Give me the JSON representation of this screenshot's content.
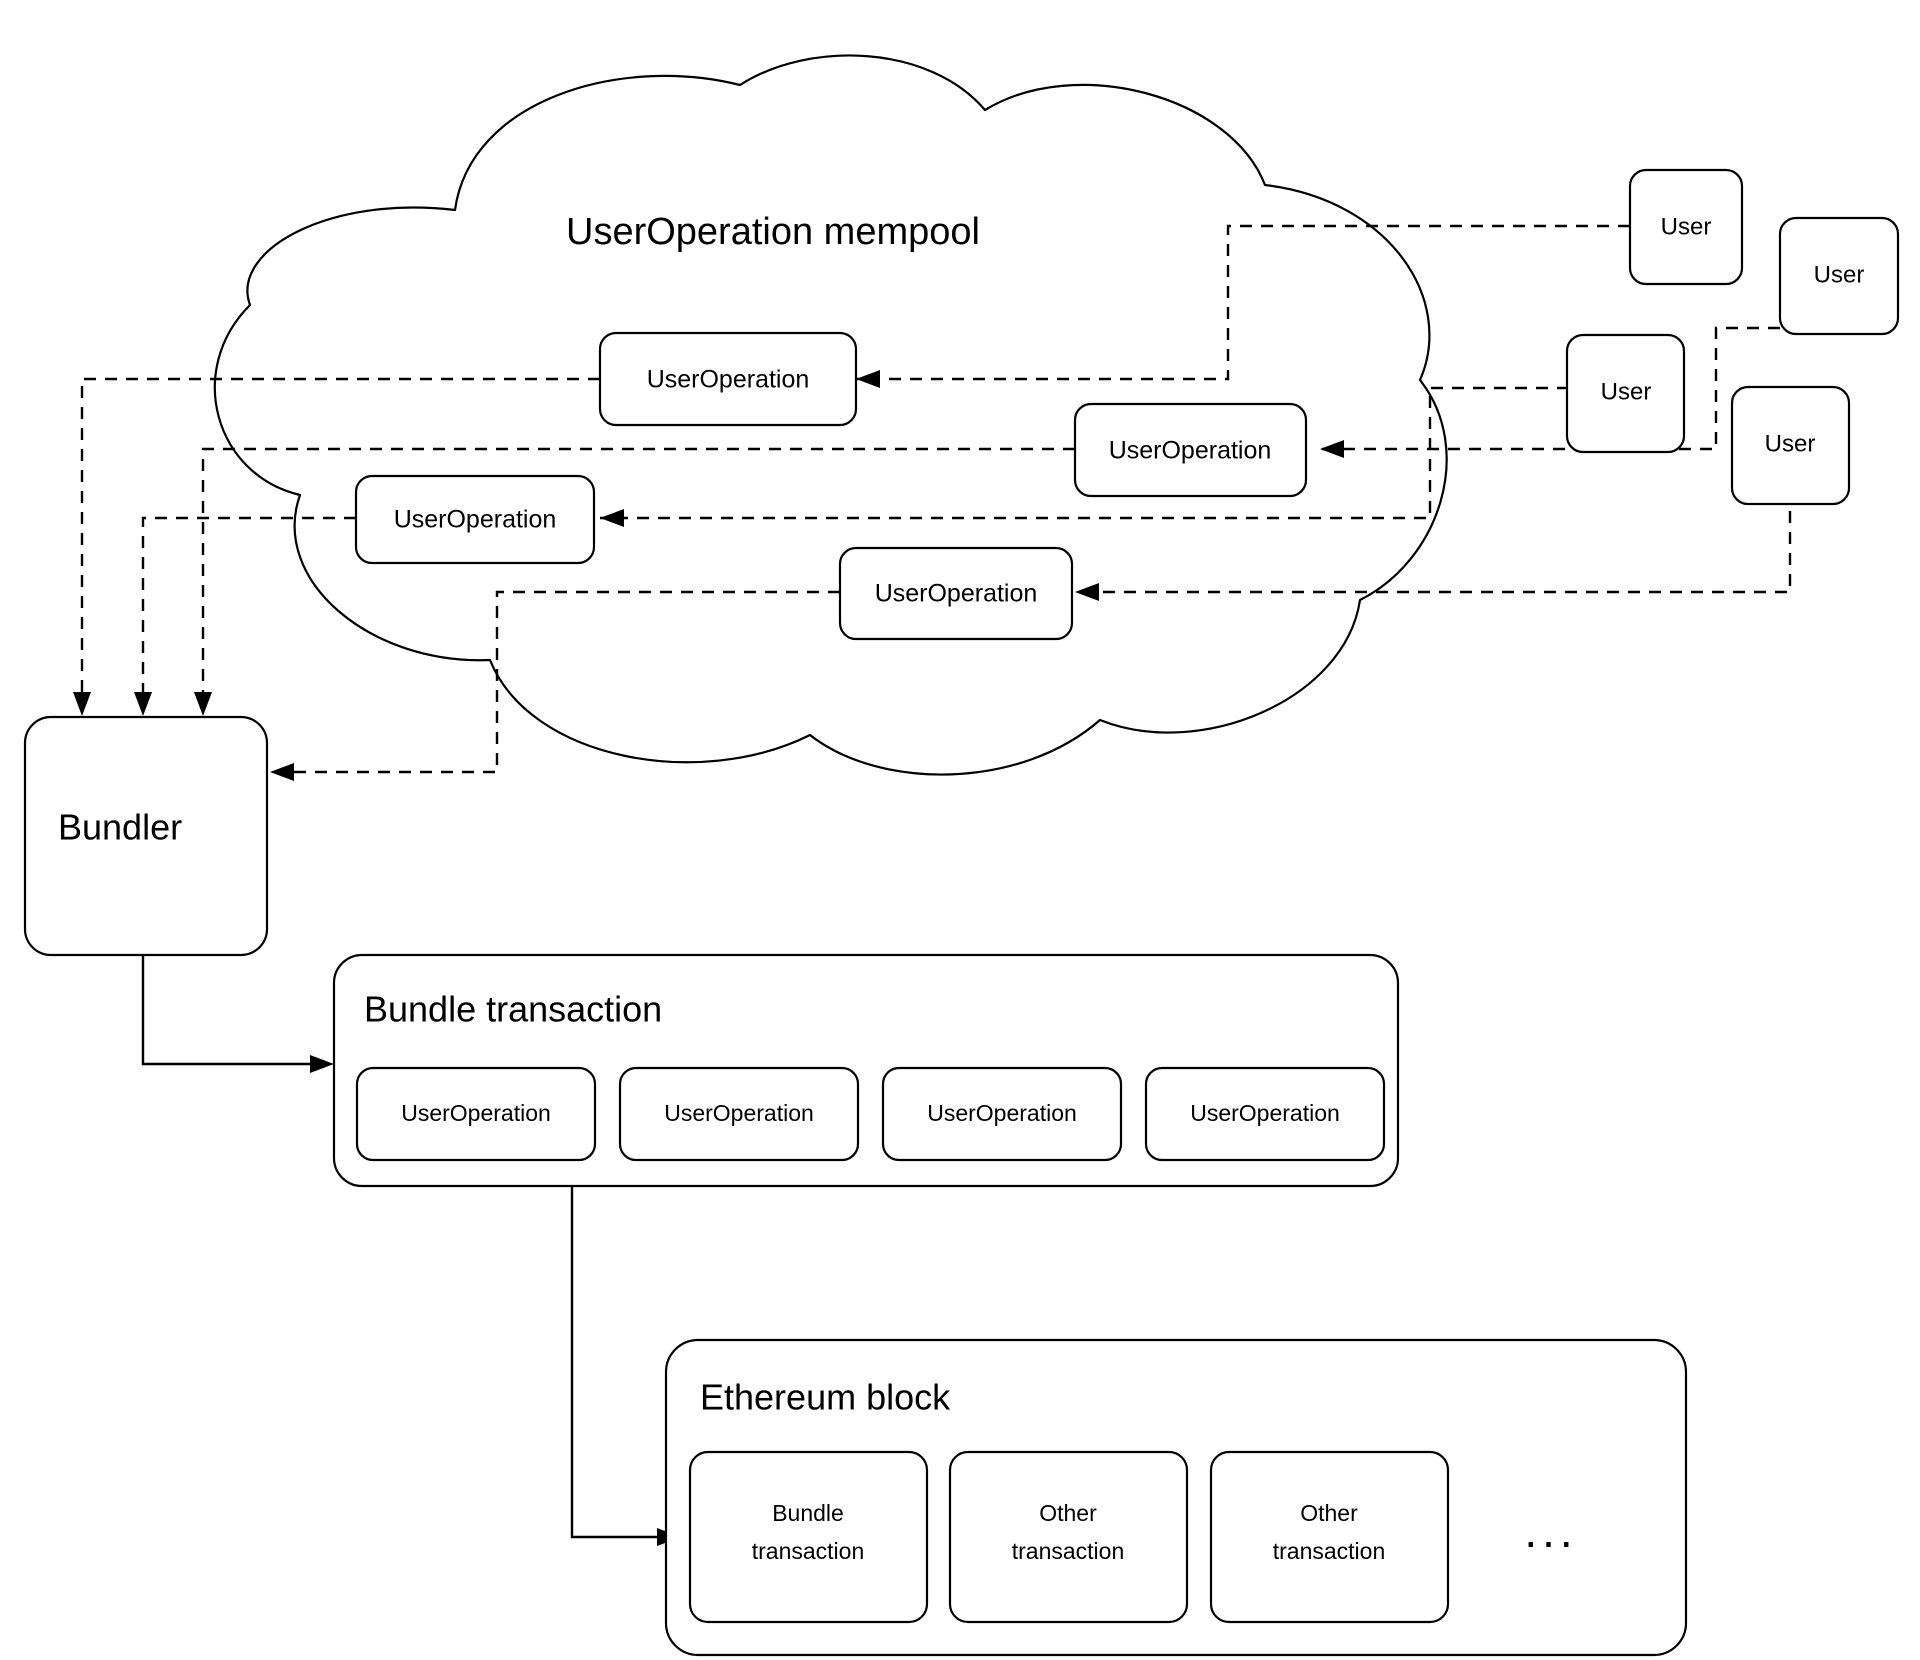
{
  "diagram": {
    "title_note": "ERC-4337 UserOperation flow diagram",
    "mempool": {
      "label": "UserOperation mempool",
      "operations": [
        {
          "id": "op1",
          "label": "UserOperation"
        },
        {
          "id": "op2",
          "label": "UserOperation"
        },
        {
          "id": "op3",
          "label": "UserOperation"
        },
        {
          "id": "op4",
          "label": "UserOperation"
        }
      ]
    },
    "users": [
      {
        "id": "user1",
        "label": "User"
      },
      {
        "id": "user2",
        "label": "User"
      },
      {
        "id": "user3",
        "label": "User"
      },
      {
        "id": "user4",
        "label": "User"
      }
    ],
    "bundler": {
      "label": "Bundler"
    },
    "bundle_transaction": {
      "label": "Bundle transaction",
      "operations": [
        {
          "id": "bop1",
          "label": "UserOperation"
        },
        {
          "id": "bop2",
          "label": "UserOperation"
        },
        {
          "id": "bop3",
          "label": "UserOperation"
        },
        {
          "id": "bop4",
          "label": "UserOperation"
        }
      ]
    },
    "ethereum_block": {
      "label": "Ethereum block",
      "transactions": [
        {
          "id": "tx1",
          "line1": "Bundle",
          "line2": "transaction"
        },
        {
          "id": "tx2",
          "line1": "Other",
          "line2": "transaction"
        },
        {
          "id": "tx3",
          "line1": "Other",
          "line2": "transaction"
        }
      ],
      "more_indicator": "..."
    },
    "colors": {
      "stroke": "#000000",
      "fill": "#ffffff",
      "text": "#000000"
    }
  }
}
